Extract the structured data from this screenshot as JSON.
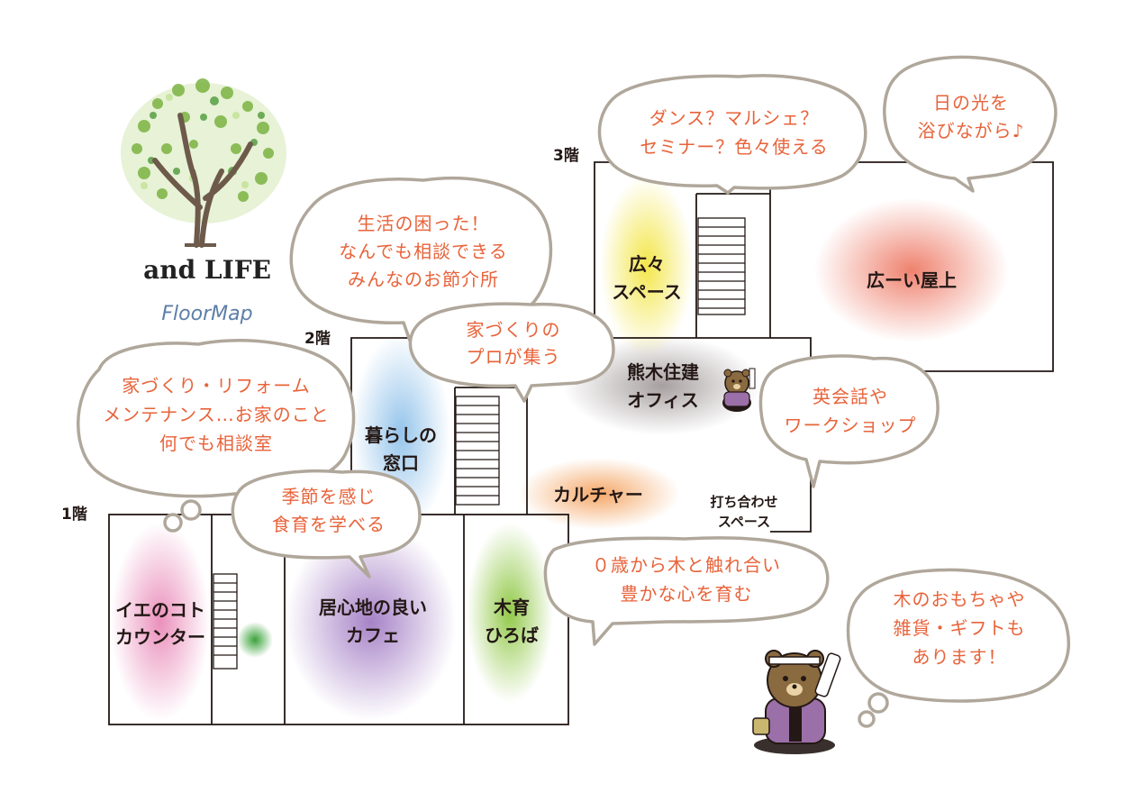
{
  "brand": {
    "name": "and LIFE",
    "subtitle": "FloorMap"
  },
  "floors": {
    "f1": "1階",
    "f2": "2階",
    "f3": "3階"
  },
  "rooms": {
    "ie_no_koto_counter": [
      "イエのコト",
      "カウンター"
    ],
    "cafe": [
      "居心地の良い",
      "カフェ"
    ],
    "mokuiku_hiroba": [
      "木育",
      "ひろば"
    ],
    "kurashi_madoguchi": [
      "暮らしの",
      "窓口"
    ],
    "culture": [
      "カルチャー"
    ],
    "uchiawase": [
      "打ち合わせ",
      "スペース"
    ],
    "office": [
      "熊木住建",
      "オフィス"
    ],
    "hirobiro_space": [
      "広々",
      "スペース"
    ],
    "rooftop": [
      "広ーい屋上"
    ]
  },
  "bubbles": {
    "consult_room": [
      "家づくり・リフォーム",
      "メンテナンス…お家のこと",
      "何でも相談室"
    ],
    "life_trouble": [
      "生活の困った！",
      "なんでも相談できる",
      "みんなのお節介所"
    ],
    "pros_gather": [
      "家づくりの",
      "プロが集う"
    ],
    "multi_use": [
      "ダンス？マルシェ？",
      "セミナー？色々使える"
    ],
    "sunlight": [
      "日の光を",
      "浴びながら♪"
    ],
    "english": [
      "英会話や",
      "ワークショップ"
    ],
    "food_education": [
      "季節を感じ",
      "食育を学べる"
    ],
    "wood_touch": [
      "０歳から木と触れ合い",
      "豊かな心を育む"
    ],
    "goods": [
      "木のおもちゃや",
      "雑貨・ギフトも",
      "あります！"
    ]
  },
  "colors": {
    "bubble_text": "#e8633a",
    "bubble_outline": "#b0a79b",
    "wall": "#231815",
    "glow_pink": "#e98ab8",
    "glow_purple": "#a27cc4",
    "glow_green": "#8cc63f",
    "glow_blue": "#8fc1ea",
    "glow_orange": "#f4a360",
    "glow_yellow": "#f3e64a",
    "glow_red": "#ee7b67",
    "glow_gray": "#8a8080"
  },
  "icons": [
    "tree-logo-icon",
    "bear-mascot-icon",
    "staircase-icon"
  ]
}
